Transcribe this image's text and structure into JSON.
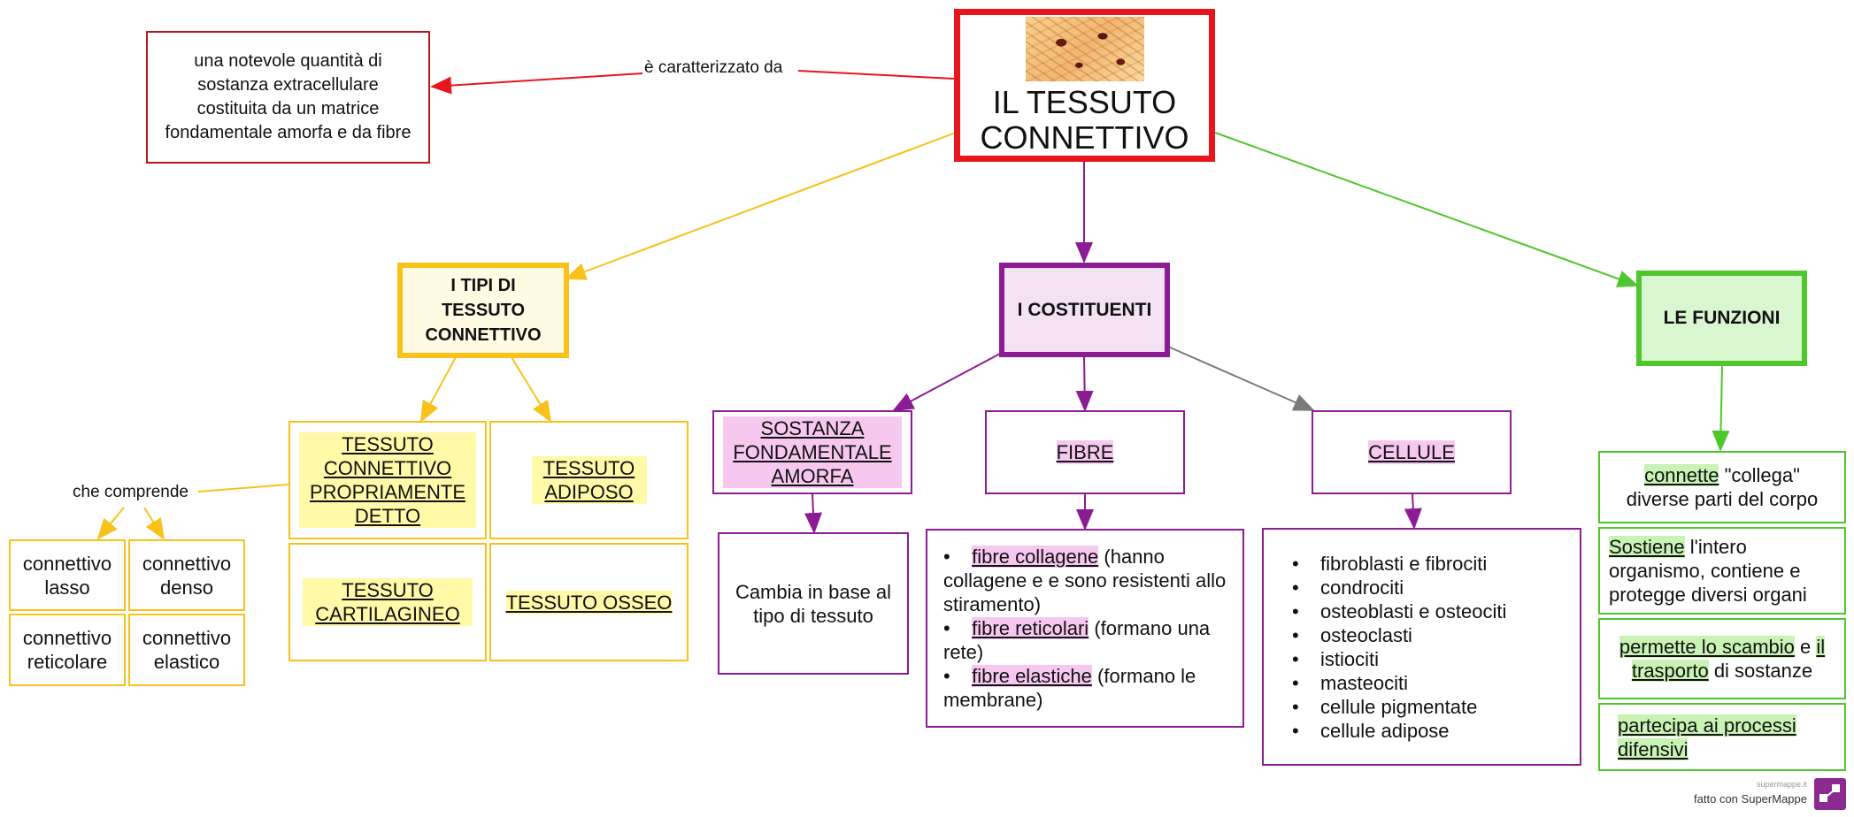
{
  "root": {
    "title_line1": "IL TESSUTO",
    "title_line2": "CONNETTIVO"
  },
  "root_note": {
    "link_label": "è caratterizzato da",
    "text": "una notevole quantità di sostanza extracellulare costituita da un matrice fondamentale amorfa e da fibre"
  },
  "tipi": {
    "title_line1": "I TIPI DI",
    "title_line2": "TESSUTO",
    "title_line3": "CONNETTIVO",
    "proprio": "TESSUTO CONNETTIVO PROPRIAMENTE DETTO",
    "adiposo": "TESSUTO ADIPOSO",
    "cartilagineo": "TESSUTO CARTILAGINEO",
    "osseo": "TESSUTO OSSEO",
    "comprende_label": "che comprende",
    "sub": [
      "connettivo lasso",
      "connettivo denso",
      "connettivo reticolare",
      "connettivo elastico"
    ]
  },
  "costituenti": {
    "title": "I COSTITUENTI",
    "sostanza": "SOSTANZA FONDAMENTALE AMORFA",
    "sostanza_note": "Cambia in base al tipo di tessuto",
    "fibre": "FIBRE",
    "fibre_items": [
      {
        "term": "fibre collagene",
        "rest": " (hanno collagene e e sono resistenti allo stiramento)"
      },
      {
        "term": "fibre reticolari",
        "rest": " (formano una rete)"
      },
      {
        "term": "fibre elastiche",
        "rest": " (formano le membrane)"
      }
    ],
    "cellule": "CELLULE",
    "cellule_items": [
      "fibroblasti e fibrociti",
      "condrociti",
      "osteoblasti e osteociti",
      "osteoclasti",
      "istiociti",
      "masteociti",
      "cellule pigmentate",
      "cellule adipose"
    ]
  },
  "funzioni": {
    "title": "LE FUNZIONI",
    "f1_term": "connette",
    "f1_rest": " \"collega\" diverse parti del corpo",
    "f2_term": "Sostiene",
    "f2_rest": " l'intero organismo, contiene e protegge diversi organi",
    "f3_term1": "permette lo scambio",
    "f3_mid": " e ",
    "f3_term2": "il trasporto",
    "f3_rest": " di sostanze",
    "f4_term": "partecipa ai processi difensivi"
  },
  "footer": {
    "small": "supermappe.it",
    "made_with": "fatto con",
    "brand": "SuperMappe"
  },
  "colors": {
    "red": "#e8151b",
    "yellow": "#f8c21a",
    "purple": "#8b1c94",
    "green": "#4ec72c",
    "gray": "#7a7a7a"
  }
}
